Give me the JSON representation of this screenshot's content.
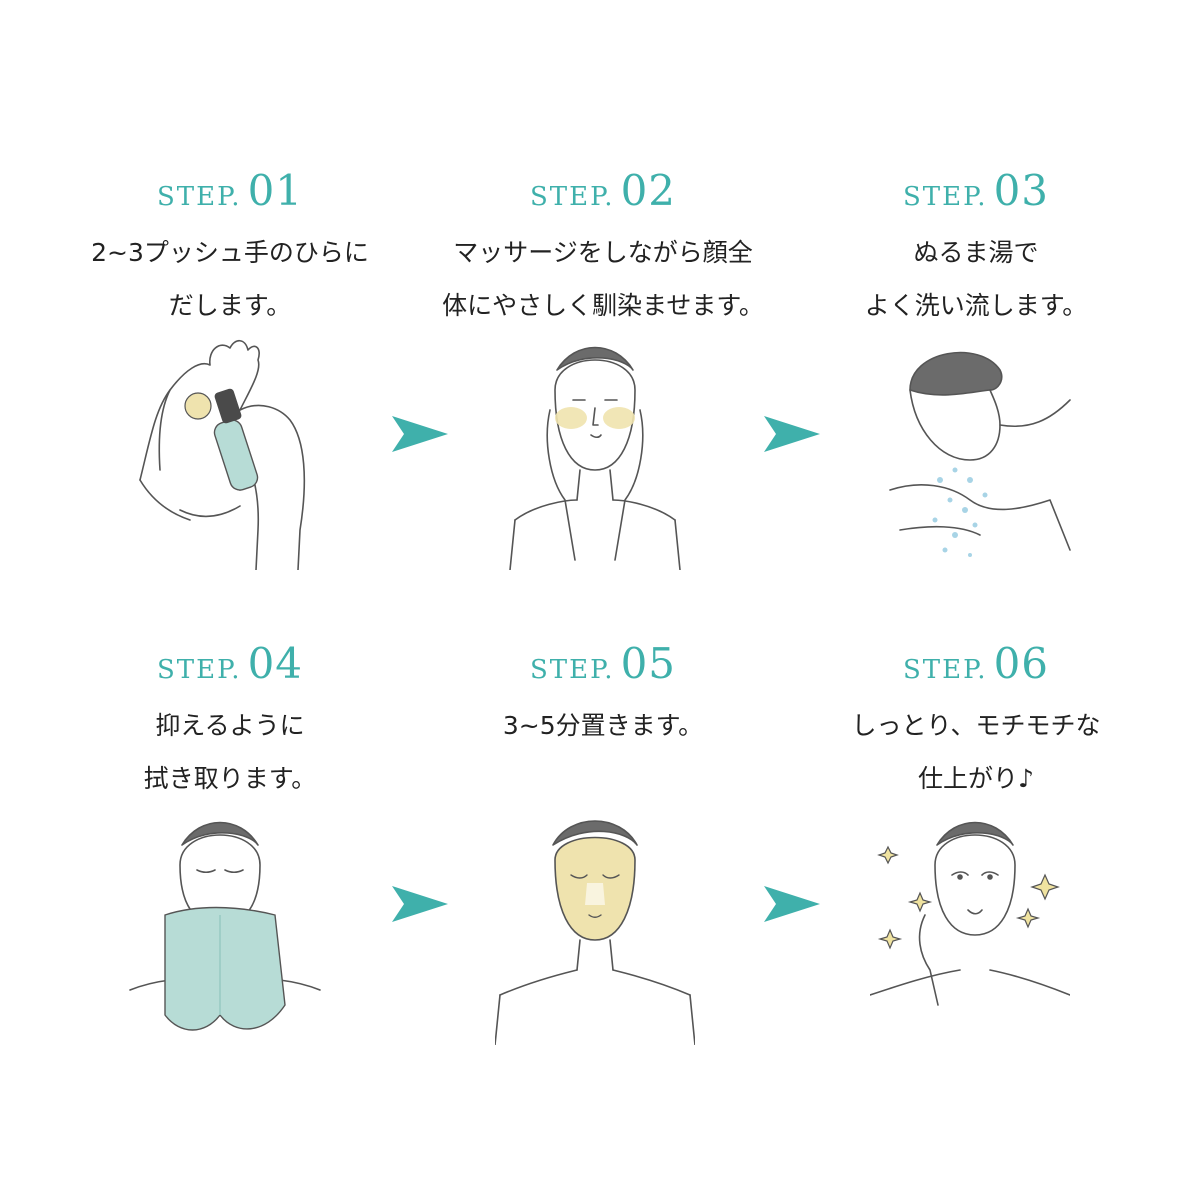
{
  "colors": {
    "accent": "#3fb0ab",
    "text": "#222222",
    "line": "#555555",
    "skin_cream": "#efe3ae",
    "towel": "#b7dcd6",
    "water": "#a8d4e6"
  },
  "steps": [
    {
      "label_word": "STEP.",
      "number": "01",
      "lines": [
        "2~3プッシュ手のひらに",
        "だします。"
      ],
      "icon": "hands-pump-bottle-icon"
    },
    {
      "label_word": "STEP.",
      "number": "02",
      "lines": [
        "マッサージをしながら顔全",
        "体にやさしく馴染ませます。"
      ],
      "icon": "face-massage-icon"
    },
    {
      "label_word": "STEP.",
      "number": "03",
      "lines": [
        "ぬるま湯で",
        "よく洗い流します。"
      ],
      "icon": "face-rinse-icon"
    },
    {
      "label_word": "STEP.",
      "number": "04",
      "lines": [
        "抑えるように",
        "拭き取ります。"
      ],
      "icon": "towel-dry-icon"
    },
    {
      "label_word": "STEP.",
      "number": "05",
      "lines": [
        "3~5分置きます。",
        ""
      ],
      "icon": "face-mask-icon"
    },
    {
      "label_word": "STEP.",
      "number": "06",
      "lines": [
        "しっとり、モチモチな",
        "仕上がり♪"
      ],
      "icon": "sparkle-face-icon"
    }
  ],
  "arrows": [
    "arrow-right-icon",
    "arrow-right-icon",
    "arrow-right-icon",
    "arrow-right-icon"
  ]
}
